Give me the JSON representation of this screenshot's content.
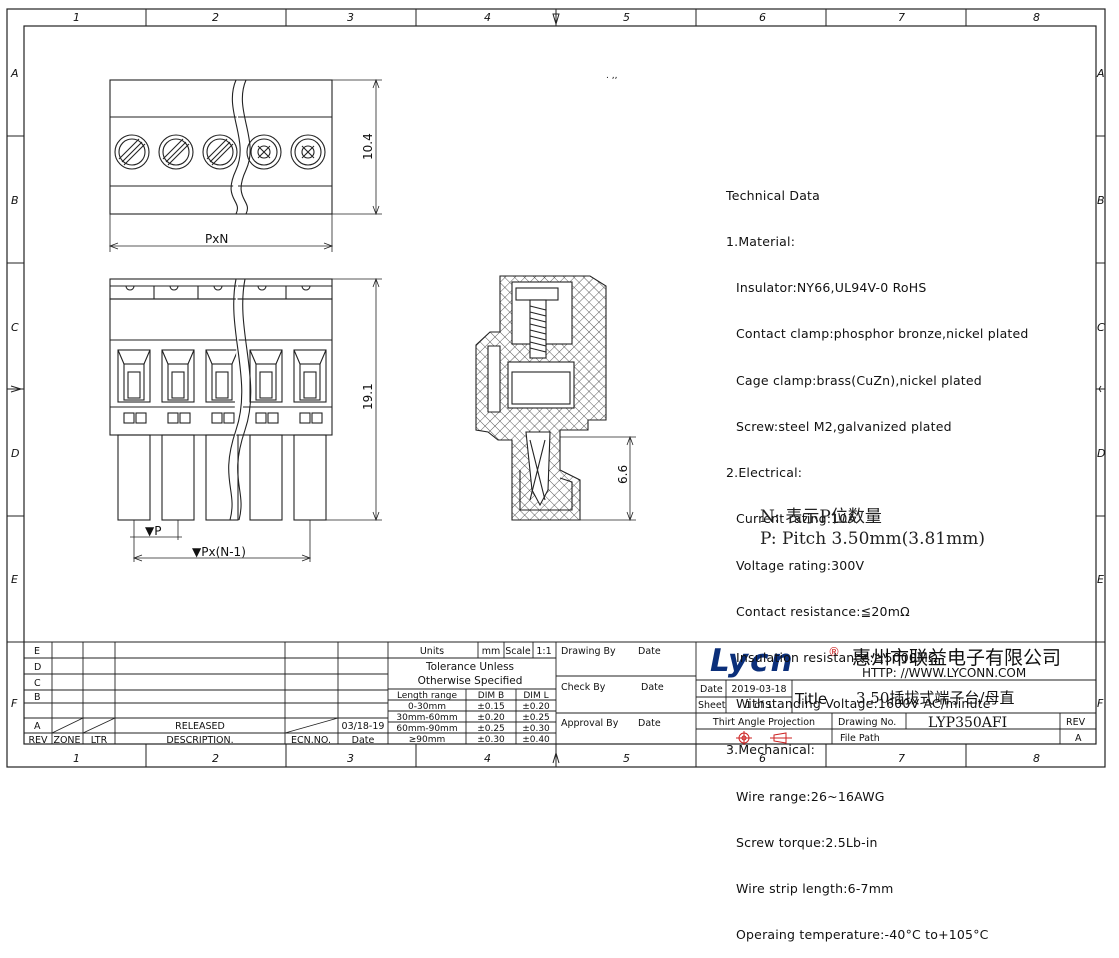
{
  "frame": {
    "col_labels": [
      "1",
      "2",
      "3",
      "4",
      "5",
      "6",
      "7",
      "8"
    ],
    "row_labels": [
      "A",
      "B",
      "C",
      "D",
      "E",
      "F"
    ]
  },
  "drawing": {
    "dim_width": "PxN",
    "dim_height_top": "10.4",
    "dim_height_side": "19.1",
    "dim_pin_height": "6.6",
    "dim_pitch": "▼P",
    "dim_span": "▼Px(N-1)",
    "stray_mark": ". ,,"
  },
  "tech": {
    "title": "Technical Data",
    "material": "1.Material:",
    "insulator": "Insulator:NY66,UL94V-0 RoHS",
    "contact_clamp": "Contact clamp:phosphor bronze,nickel plated",
    "cage_clamp": "Cage clamp:brass(CuZn),nickel plated",
    "screw": "Screw:steel M2,galvanized plated",
    "electrical": "2.Electrical:",
    "current": "Current rating:10A",
    "voltage": "Voltage rating:300V",
    "contact_res": "Contact resistance:≦20mΩ",
    "insulation_res": "Insulation resistance:≧5000MΩ",
    "withstand": "Withstanding Voltage:1600V AC/minute",
    "mechanical": "3.Mechanical:",
    "wire_range": "Wire range:26~16AWG",
    "torque": "Screw torque:2.5Lb-in",
    "strip": "Wire strip length:6-7mm",
    "temp": "Operaing temperature:-40°C to+105°C"
  },
  "notes": {
    "n": "N: 表示P位数量",
    "p": "P: Pitch 3.50mm(3.81mm)"
  },
  "rev_block": {
    "rows": [
      "E",
      "D",
      "C",
      "B",
      "A"
    ],
    "released": "RELEASED",
    "date": "03/18-19",
    "header_rev": "REV",
    "header_zone": "ZONE",
    "header_ltr": "LTR",
    "header_desc": "DESCRIPTION.",
    "header_ecn": "ECN.NO.",
    "header_date": "Date"
  },
  "tolerance": {
    "units_label": "Units",
    "units": "mm",
    "scale_label": "Scale",
    "scale": "1:1",
    "line1": "Tolerance Unless",
    "line2": "Otherwise Specified",
    "hdr_range": "Length range",
    "hdr_dimb": "DIM B",
    "hdr_diml": "DIM L",
    "rows": [
      {
        "range": "0-30mm",
        "b": "±0.15",
        "l": "±0.20"
      },
      {
        "range": "30mm-60mm",
        "b": "±0.20",
        "l": "±0.25"
      },
      {
        "range": "60mm-90mm",
        "b": "±0.25",
        "l": "±0.30"
      },
      {
        "range": "≥90mm",
        "b": "±0.30",
        "l": "±0.40"
      }
    ]
  },
  "signoff": {
    "drawing_by": "Drawing By",
    "check_by": "Check By",
    "approval_by": "Approval By",
    "date": "Date"
  },
  "title_block": {
    "logo": "Lycn",
    "registered": "®",
    "company": "惠州市联益电子有限公司",
    "url": "HTTP: //WWW.LYCONN.COM",
    "date_label": "Date",
    "date": "2019-03-18",
    "sheet_label": "Sheet",
    "sheet": "1 of 1",
    "title_label": "Title",
    "title": "3.50插拔式端子台/母直",
    "projection": "Thirt Angle Projection",
    "drawing_no_label": "Drawing No.",
    "drawing_no": "LYP350AFI",
    "rev_label": "REV",
    "rev": "A",
    "file_path_label": "File Path"
  },
  "colors": {
    "line": "#222222",
    "brand": "#0b2f7a",
    "stamp": "#cc2222"
  }
}
